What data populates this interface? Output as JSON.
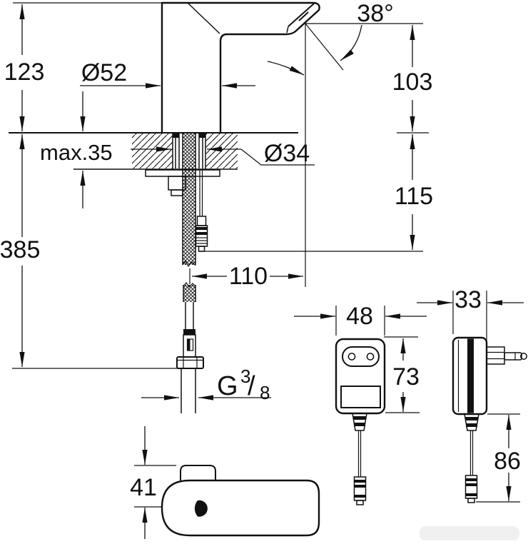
{
  "page": {
    "background": "#ffffff",
    "ink": "#111111",
    "watermark_color": "#f0f0f0"
  },
  "diagram": {
    "kind": "technical-dimension-drawing",
    "subject": "sensor-basin-faucet-with-power-supply",
    "views": {
      "faucet_side": "faucet side view with counter cross-section",
      "faucet_front": "faucet front view with sensor window",
      "adapter_front": "power supply front view",
      "adapter_side": "power supply side view with plug pins"
    }
  },
  "dims": {
    "height_above_deck": "123",
    "body_diameter": "Ø52",
    "spout_angle": "38°",
    "outlet_height": "103",
    "deck_thickness": "max.35",
    "hole_diameter": "Ø34",
    "below_deck": "115",
    "hose_drop": "385",
    "spout_reach": "110",
    "sensor_offset": "41",
    "adapter_width": "48",
    "adapter_depth": "33",
    "adapter_height": "73",
    "cable_length": "86",
    "thread_prefix": "G",
    "thread_numerator": "3",
    "thread_slash": "/",
    "thread_denominator": "8"
  }
}
